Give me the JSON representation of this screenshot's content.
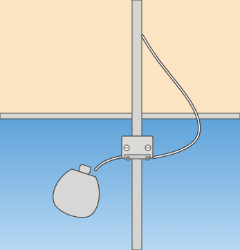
{
  "diagram": {
    "components": [
      "wall-background",
      "water-body",
      "waterline-beam",
      "vertical-pole",
      "mounting-clamp",
      "float-cable",
      "float-switch"
    ]
  },
  "colors": {
    "wall": "#fce3c1",
    "water_top": "#5ea2d9",
    "water_bottom": "#b7d8f3",
    "beam": "#d9d7d3",
    "pole": "#d6d4d0",
    "outline": "#4a4a4a",
    "clamp": "#dcdad7",
    "float": "#d8d7d6",
    "cable_outline": "#3a3a3a",
    "cable_inner": "#efefef",
    "screw": "#9a9895"
  }
}
